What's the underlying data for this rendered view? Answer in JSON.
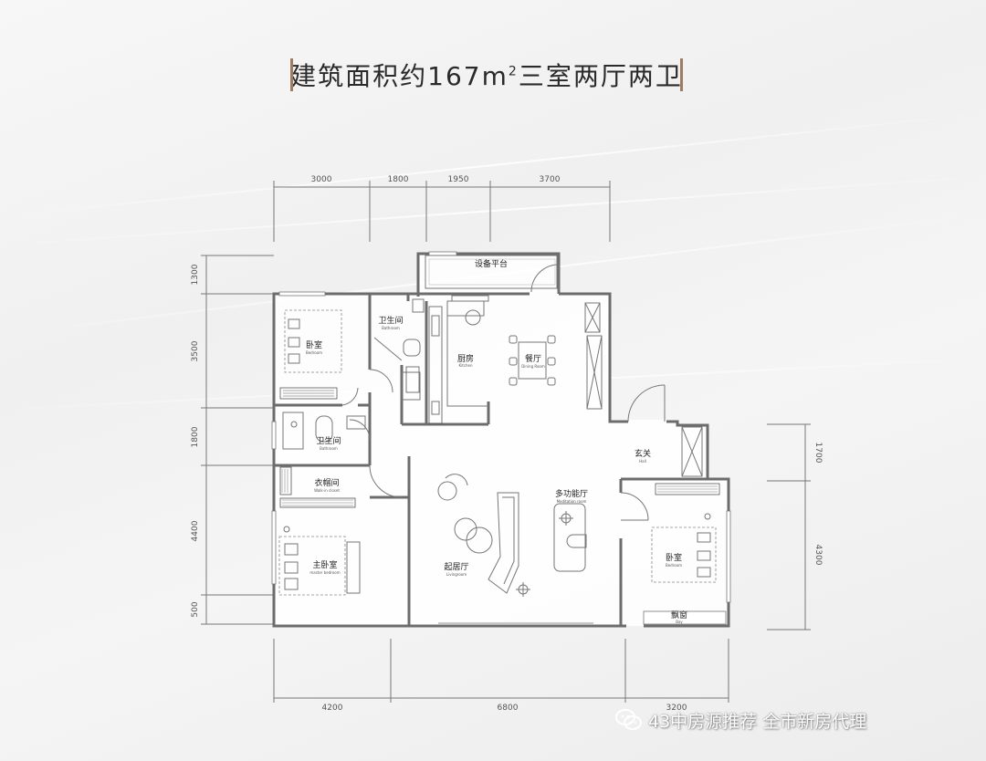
{
  "title": {
    "main": "建筑面积约167m",
    "sup": "2",
    "tail": "三室两厅两卫"
  },
  "dimensions": {
    "top": [
      "3000",
      "1800",
      "1950",
      "3700"
    ],
    "left": [
      "1300",
      "3500",
      "1800",
      "4400",
      "500"
    ],
    "right": [
      "1700",
      "4300"
    ],
    "bottom": [
      "4200",
      "6800",
      "3200"
    ]
  },
  "rooms": {
    "equipment_platform": {
      "cn": "设备平台"
    },
    "bedroom_top_left": {
      "cn": "卧室",
      "en": "Bedroom"
    },
    "bathroom_top": {
      "cn": "卫生间",
      "en": "Bathroom"
    },
    "kitchen": {
      "cn": "厨房",
      "en": "Kitchen"
    },
    "dining": {
      "cn": "餐厅",
      "en": "Dining Room"
    },
    "bathroom_mid": {
      "cn": "卫生间",
      "en": "Bathroom"
    },
    "foyer": {
      "cn": "玄关",
      "en": "Hall"
    },
    "walkin": {
      "cn": "衣帽间",
      "en": "Walk-in closet"
    },
    "multifunction": {
      "cn": "多功能厅",
      "en": "Meditation room"
    },
    "master_bedroom": {
      "cn": "主卧室",
      "en": "master bedroom"
    },
    "living": {
      "cn": "起居厅",
      "en": "Livingroom"
    },
    "bedroom_right": {
      "cn": "卧室",
      "en": "Bedroom"
    },
    "bay_window": {
      "cn": "飘窗",
      "en": "Bay"
    }
  },
  "watermark": {
    "text": "43中房源推荐 全市新房代理",
    "icon": "wechat-icon"
  },
  "colors": {
    "accent": "#9d7c64",
    "wall": "#6c6c6c",
    "background": "#f2f2f2"
  }
}
